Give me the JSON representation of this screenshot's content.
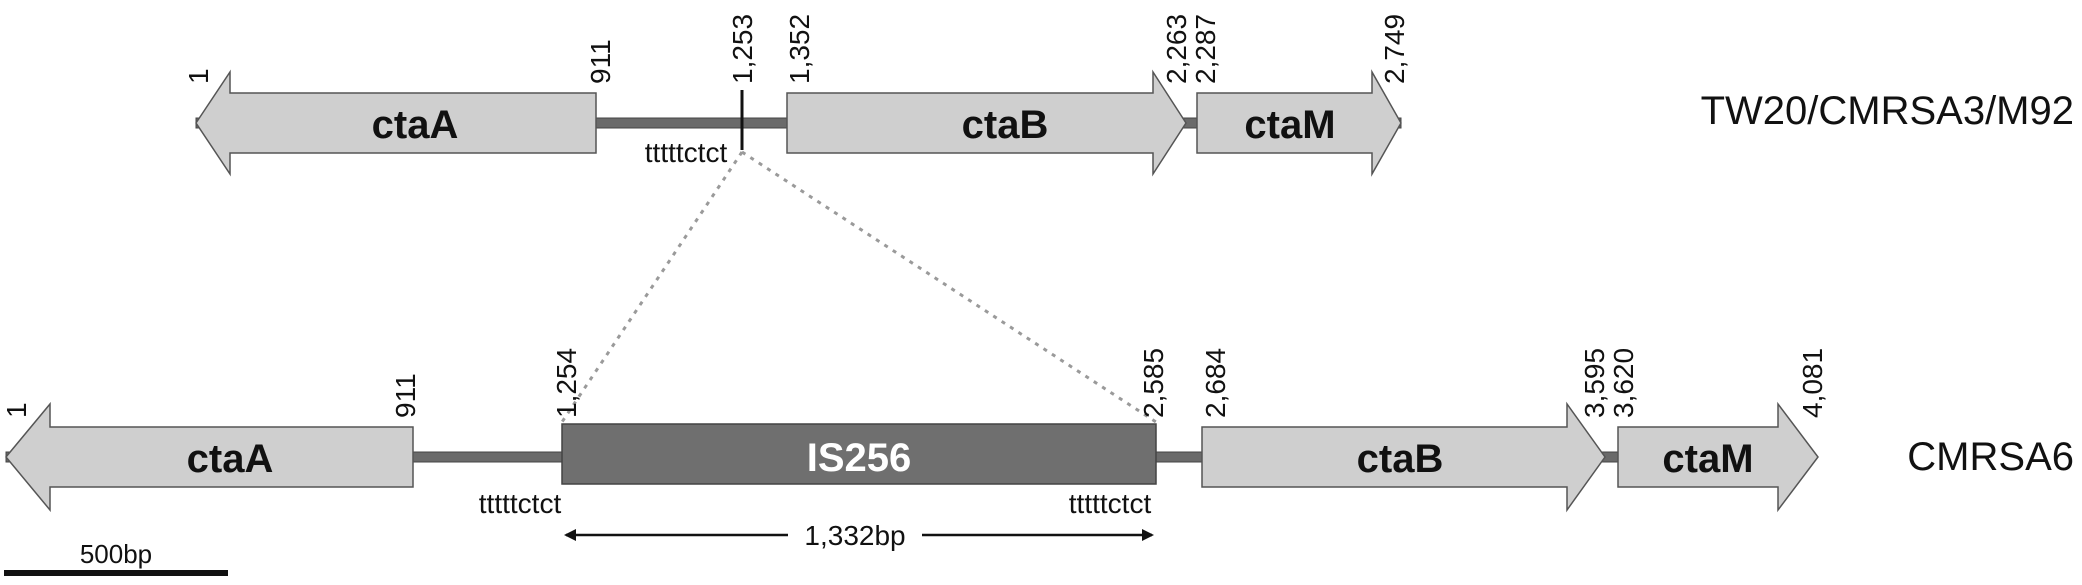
{
  "colors": {
    "gene_fill": "#cfcfcf",
    "is_fill": "#6f6f6f",
    "backbone": "#6a6a6a",
    "outline": "#444444",
    "dotted": "#9a9a9a"
  },
  "tracks": {
    "top": {
      "label": "TW20/CMRSA3/M92",
      "genes": [
        {
          "name": "ctaA",
          "icon": "left-arrow-gene"
        },
        {
          "name": "ctaB",
          "icon": "right-arrow-gene"
        },
        {
          "name": "ctaM",
          "icon": "right-arrow-gene"
        }
      ],
      "coords": [
        "1",
        "911",
        "1,253",
        "1,352",
        "2,263",
        "2,287",
        "2,749"
      ],
      "insertion_seq": "tttttctct"
    },
    "bottom": {
      "label": "CMRSA6",
      "genes": [
        {
          "name": "ctaA",
          "icon": "left-arrow-gene"
        },
        {
          "name": "IS256",
          "icon": "box-element"
        },
        {
          "name": "ctaB",
          "icon": "right-arrow-gene"
        },
        {
          "name": "ctaM",
          "icon": "right-arrow-gene"
        }
      ],
      "coords": [
        "1",
        "911",
        "1,254",
        "2,585",
        "2,684",
        "3,595",
        "3,620",
        "4,081"
      ],
      "seq_left": "tttttctct",
      "seq_right": "tttttctct",
      "insert_length": "1,332bp"
    }
  },
  "scale_bar": {
    "label": "500bp"
  }
}
